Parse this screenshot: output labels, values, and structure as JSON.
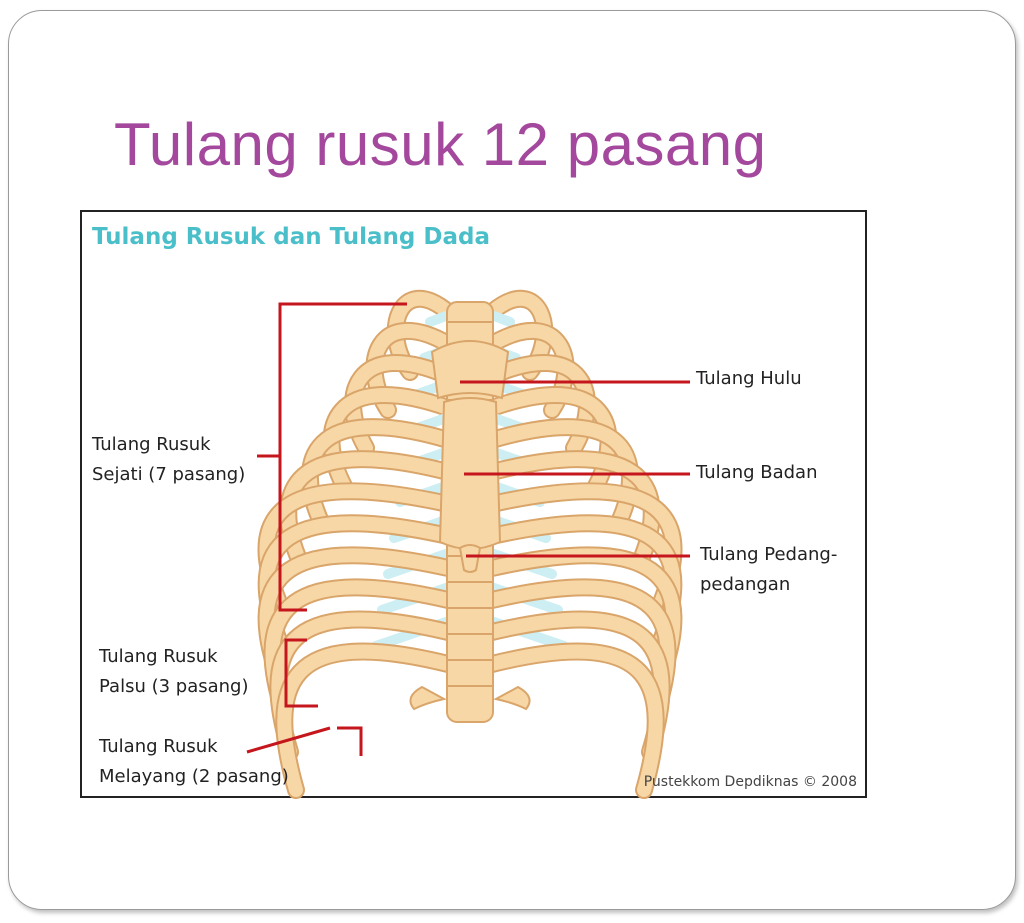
{
  "slide": {
    "title": "Tulang rusuk 12 pasang"
  },
  "figure": {
    "heading": "Tulang Rusuk dan Tulang Dada",
    "labels": {
      "true_ribs_line1": "Tulang Rusuk",
      "true_ribs_line2": "Sejati (7 pasang)",
      "false_ribs_line1": "Tulang Rusuk",
      "false_ribs_line2": "Palsu (3 pasang)",
      "floating_ribs_line1": "Tulang Rusuk",
      "floating_ribs_line2": "Melayang (2 pasang)",
      "manubrium": "Tulang Hulu",
      "body": "Tulang Badan",
      "xiphoid_line1": "Tulang Pedang-",
      "xiphoid_line2": "pedangan"
    },
    "credit": "Pustekkom Depdiknas © 2008"
  },
  "colors": {
    "title": "#a3489c",
    "heading": "#4bbfc9",
    "bone": "#f7d7a6",
    "bone_outline": "#d9a56a",
    "cartilage": "#cdeef2",
    "leader_line": "#c4161c"
  }
}
